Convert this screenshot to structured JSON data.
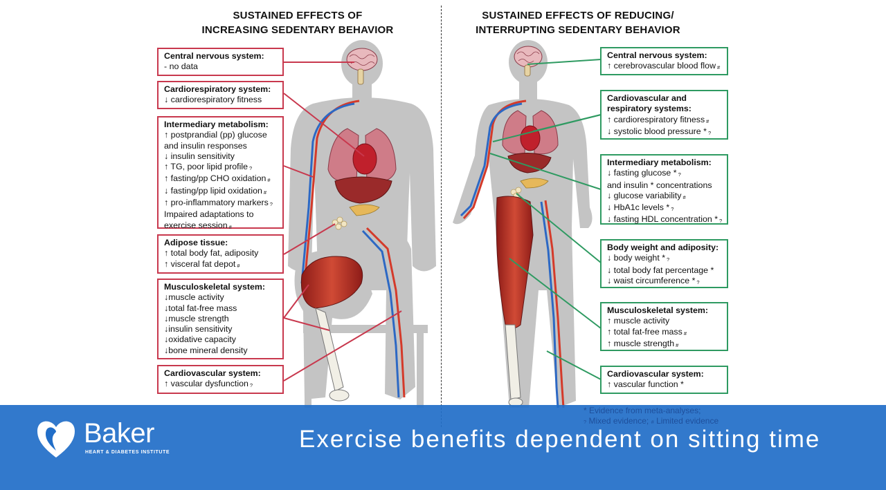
{
  "left_title": {
    "line1": "SUSTAINED EFFECTS OF",
    "line2": "INCREASING SEDENTARY BEHAVIOR"
  },
  "right_title": {
    "line1": "SUSTAINED EFFECTS OF REDUCING/",
    "line2": "INTERRUPTING SEDENTARY BEHAVIOR"
  },
  "left_boxes": [
    {
      "heading": "Central nervous system:",
      "lines": [
        {
          "text": "- no data",
          "mark": ""
        }
      ]
    },
    {
      "heading": "Cardiorespiratory system:",
      "lines": [
        {
          "text": "↓ cardiorespiratory fitness",
          "mark": ""
        }
      ]
    },
    {
      "heading": "Intermediary metabolism:",
      "lines": [
        {
          "text": "↑ postprandial (pp) glucose",
          "mark": ""
        },
        {
          "text": " and insulin responses",
          "mark": ""
        },
        {
          "text": "↓ insulin sensitivity",
          "mark": ""
        },
        {
          "text": "↑ TG, poor lipid profile",
          "mark": "?"
        },
        {
          "text": "↑ fasting/pp CHO oxidation",
          "mark": "#"
        },
        {
          "text": "↓ fasting/pp lipid oxidation",
          "mark": "#"
        },
        {
          "text": "↑ pro-inflammatory markers",
          "mark": "?"
        },
        {
          "text": " Impaired adaptations to",
          "mark": ""
        },
        {
          "text": "exercise session",
          "mark": "#"
        }
      ]
    },
    {
      "heading": "Adipose tissue:",
      "lines": [
        {
          "text": "↑ total body fat, adiposity",
          "mark": ""
        },
        {
          "text": "↑ visceral fat depot",
          "mark": "#"
        }
      ]
    },
    {
      "heading": "Musculoskeletal system:",
      "lines": [
        {
          "text": "↓muscle activity",
          "mark": ""
        },
        {
          "text": "↓total fat-free mass",
          "mark": ""
        },
        {
          "text": "↓muscle strength",
          "mark": ""
        },
        {
          "text": "↓insulin sensitivity",
          "mark": ""
        },
        {
          "text": "↓oxidative capacity",
          "mark": ""
        },
        {
          "text": "↓bone mineral density",
          "mark": ""
        }
      ]
    },
    {
      "heading": "Cardiovascular system:",
      "lines": [
        {
          "text": "↑ vascular dysfunction",
          "mark": "?"
        }
      ]
    }
  ],
  "right_boxes": [
    {
      "heading": "Central nervous system:",
      "lines": [
        {
          "text": "↑ cerebrovascular blood flow",
          "mark": "#"
        }
      ]
    },
    {
      "heading": "Cardiovascular and",
      "heading2": "respiratory systems:",
      "lines": [
        {
          "text": "↑ cardiorespiratory fitness",
          "mark": "#"
        },
        {
          "text": "↓ systolic blood pressure *",
          "mark": "?"
        }
      ]
    },
    {
      "heading": "Intermediary metabolism:",
      "lines": [
        {
          "text": "↓ fasting glucose *",
          "mark": "?"
        },
        {
          "text": " and insulin * concentrations",
          "mark": ""
        },
        {
          "text": "↓ glucose variability",
          "mark": "#"
        },
        {
          "text": "↓ HbA1c levels *",
          "mark": "?"
        },
        {
          "text": "↓ fasting HDL concentration *",
          "mark": "?"
        }
      ]
    },
    {
      "heading": "Body weight and adiposity:",
      "lines": [
        {
          "text": "↓ body weight *",
          "mark": "?"
        },
        {
          "text": "↓ total body fat percentage *",
          "mark": ""
        },
        {
          "text": "↓ waist circumference *",
          "mark": "?"
        }
      ]
    },
    {
      "heading": "Musculoskeletal system:",
      "lines": [
        {
          "text": "↑ muscle activity",
          "mark": ""
        },
        {
          "text": "↑ total fat-free mass",
          "mark": "#"
        },
        {
          "text": "↑ muscle strength",
          "mark": "#"
        }
      ]
    },
    {
      "heading": "Cardiovascular system:",
      "lines": [
        {
          "text": "↑ vascular function *",
          "mark": ""
        }
      ]
    }
  ],
  "footnote": {
    "line1": "* Evidence from meta-analyses;",
    "mark_mixed": "?",
    "mixed": " Mixed evidence; ",
    "mark_limited": "#",
    "limited": " Limited evidence"
  },
  "banner": {
    "brand": "Baker",
    "brand_sub": "HEART & DIABETES INSTITUTE",
    "tagline": "Exercise benefits dependent on sitting time"
  },
  "colors": {
    "negative_border": "#c8384d",
    "positive_border": "#2e9a61",
    "banner": "#216ec8",
    "silhouette": "#c4c4c4"
  }
}
